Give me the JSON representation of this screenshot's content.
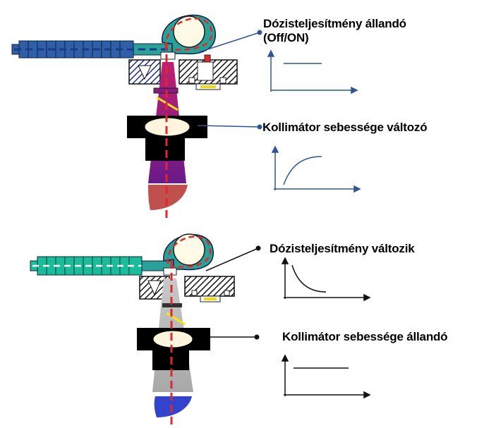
{
  "labels": {
    "top_dose": "Dózisteljesítmény állandó",
    "top_dose_sub": "(Off/ON)",
    "top_collimator": "Kollimátor sebessége változó",
    "bottom_dose": "Dózisteljesítmény változik",
    "bottom_collimator": "Kollimátor sebessége állandó"
  },
  "mini_graphs": [
    {
      "id": "constant-dose",
      "shape": "flat"
    },
    {
      "id": "increasing-speed",
      "shape": "rising-saturating"
    },
    {
      "id": "decreasing-dose",
      "shape": "decaying"
    },
    {
      "id": "constant-speed",
      "shape": "flat"
    }
  ],
  "colors": {
    "accelerator_top": "#2f5fa8",
    "accelerator_bottom": "#1abc9c",
    "bending_magnet": "#2aa198",
    "beam_axis": "#e3262d",
    "beam_top": "#8b1a7a",
    "beam_bottom": "#b0b0b0",
    "dose_top": "#c0504d",
    "dose_bottom": "#3344cc",
    "pointer_line": "#2f5597"
  }
}
